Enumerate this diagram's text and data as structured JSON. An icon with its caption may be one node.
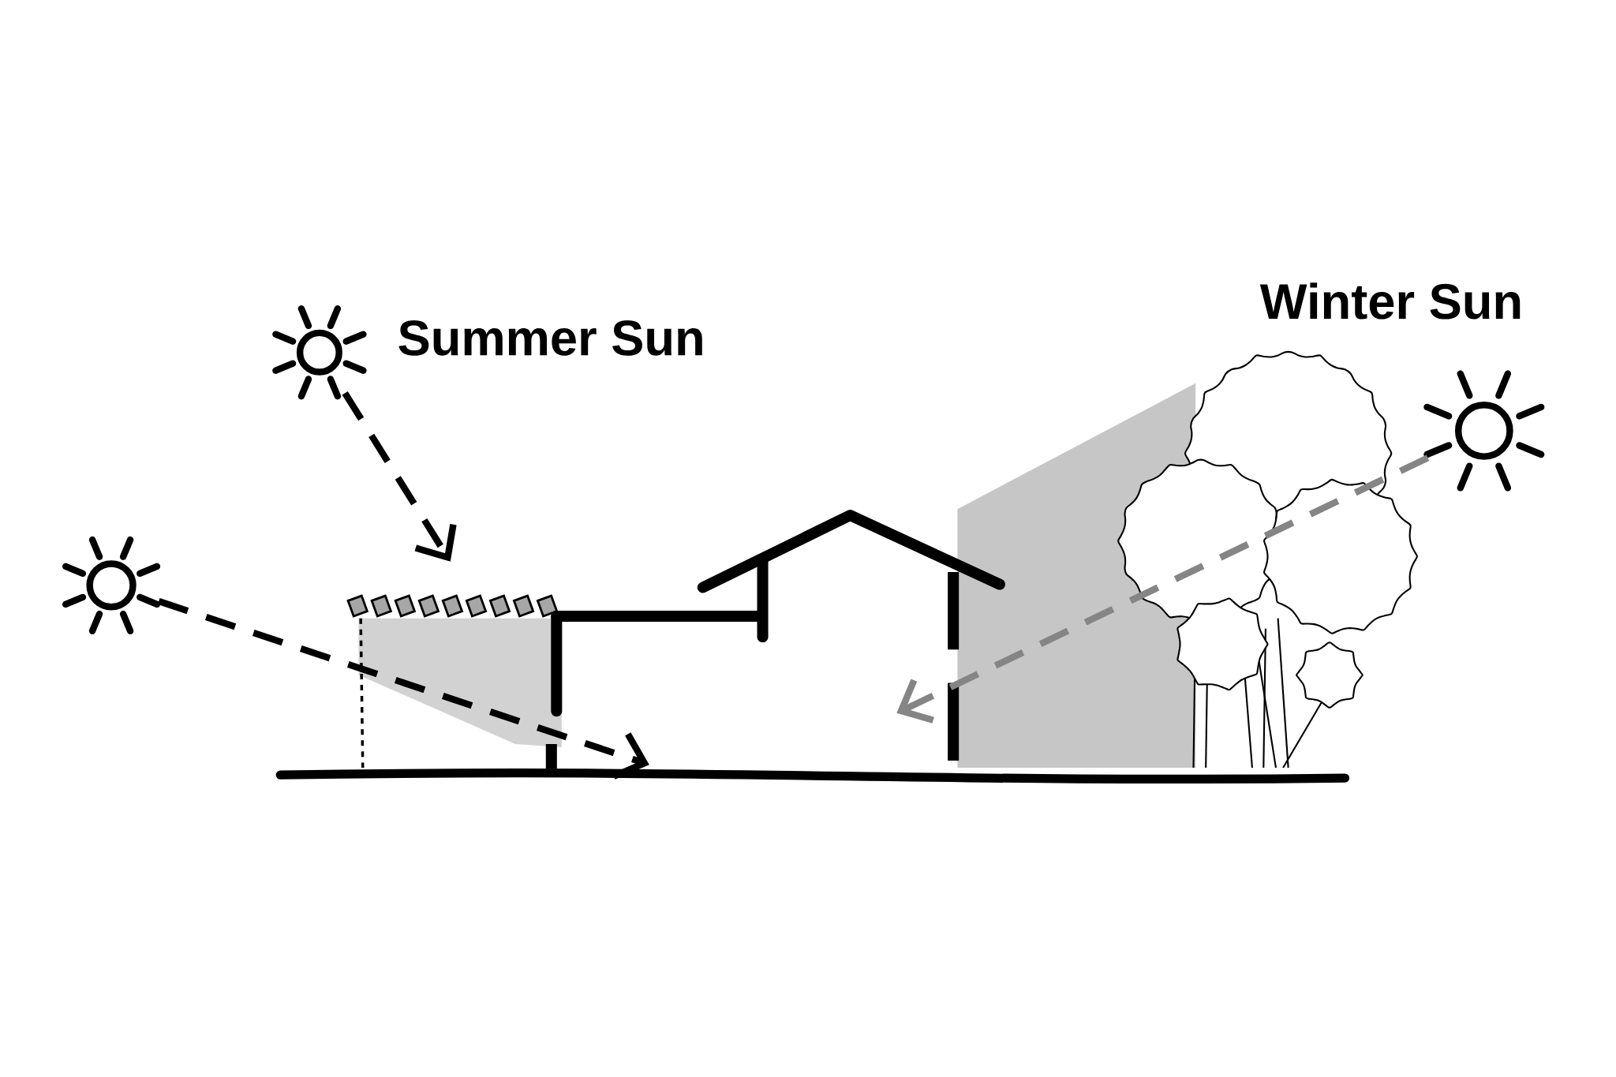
{
  "diagram": {
    "nodes": [
      {
        "text": [],
        "shape": "picture",
        "beside": [
          "Summer Sun"
        ]
      },
      {
        "text": [],
        "shape": "picture"
      },
      {
        "text": [],
        "shape": "picture",
        "beside": [
          "Winter Sun"
        ]
      }
    ],
    "edges": [
      {
        "from": 0,
        "to": null,
        "arrow": "to",
        "style": "dashed"
      },
      {
        "from": 1,
        "to": null,
        "arrow": "to",
        "style": "dashed"
      },
      {
        "from": 2,
        "to": null,
        "arrow": "to",
        "style": "dashed",
        "color": "#858585"
      }
    ]
  }
}
